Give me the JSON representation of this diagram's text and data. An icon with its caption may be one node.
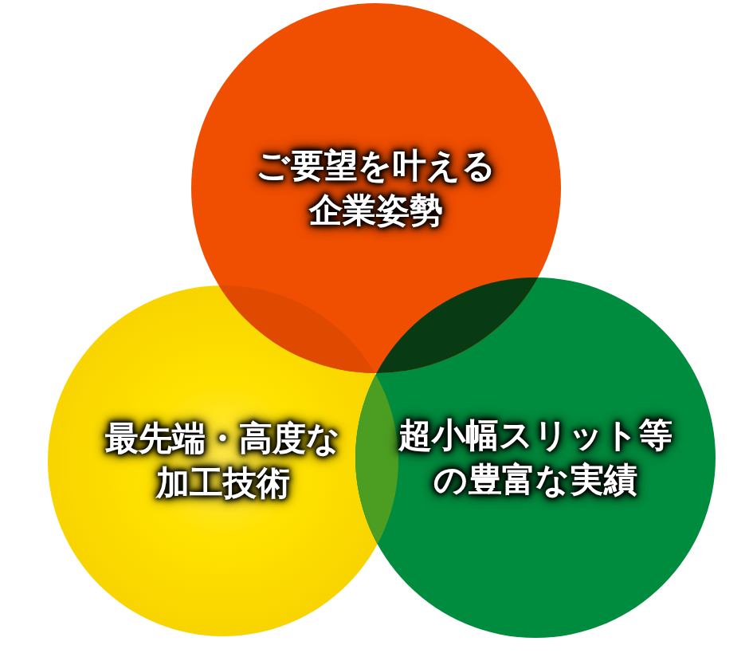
{
  "diagram": {
    "nodes": [
      {
        "text": [
          "ご要望を叶える企業姿勢"
        ]
      },
      {
        "text": [
          "最先端・高度な加工技術"
        ]
      },
      {
        "text": [
          "超小幅スリット等の豊富な実績"
        ]
      }
    ]
  }
}
